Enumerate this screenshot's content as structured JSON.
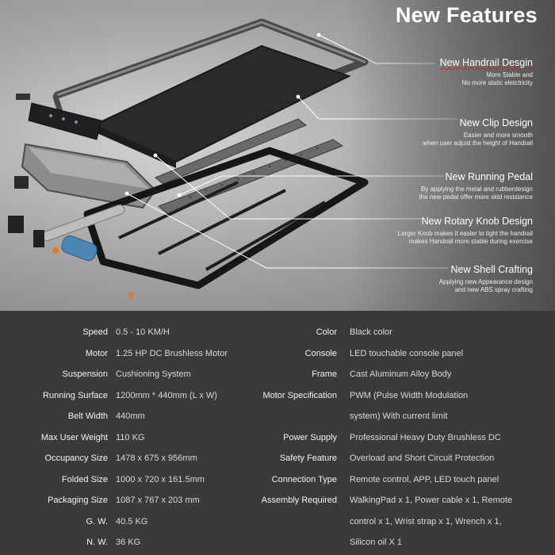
{
  "header": {
    "title": "New Features"
  },
  "features": [
    {
      "title": "New Handrail Desgin",
      "desc": [
        "More Stable and",
        "No more static eletctricity"
      ]
    },
    {
      "title": "New Clip Design",
      "desc": [
        "Easier and more smooth",
        "when user adjust the height of Handrail"
      ]
    },
    {
      "title": "New Running Pedal",
      "desc": [
        "By applying the metal and rubberdesign",
        "the new pedal offer more skid resistance"
      ]
    },
    {
      "title": "New Rotary Knob Design",
      "desc": [
        "Larger Knob makes it easier to tight the handrail",
        "makes Handrail more stable during exercise"
      ]
    },
    {
      "title": "New Shell Crafting",
      "desc": [
        "Applying new Appearance design",
        "and new ABS spray crafting"
      ]
    }
  ],
  "specs_left": [
    {
      "label": "Speed",
      "value": "0.5 - 10 KM/H"
    },
    {
      "label": "Motor",
      "value": "1.25 HP DC Brushless Motor"
    },
    {
      "label": "Suspension",
      "value": "Cushioning System"
    },
    {
      "label": "Running Surface",
      "value": "1200mm * 440mm (L x W)"
    },
    {
      "label": "Belt Width",
      "value": "440mm"
    },
    {
      "label": "Max User Weight",
      "value": "110 KG"
    },
    {
      "label": "Occupancy Size",
      "value": "1478 x 675 x 956mm"
    },
    {
      "label": "Folded Size",
      "value": "1000 x 720 x 161.5mm"
    },
    {
      "label": "Packaging Size",
      "value": "1087 x 767 x 203  mm"
    },
    {
      "label": "G. W.",
      "value": "40.5 KG"
    },
    {
      "label": "N. W.",
      "value": "36 KG"
    }
  ],
  "specs_right": [
    {
      "label": "Color",
      "value": "Black color"
    },
    {
      "label": "Console",
      "value": "LED touchable console panel"
    },
    {
      "label": "Frame",
      "value": "Cast Aluminum Alloy Body"
    },
    {
      "label": "Motor Specification",
      "value": "PWM (Pulse Width Modulation"
    },
    {
      "label": "",
      "value": "system) With current limit"
    },
    {
      "label": "Power Supply",
      "value": "Professional Heavy Duty Brushless DC"
    },
    {
      "label": "Safety Feature",
      "value": "Overload and Short Circuit Protection"
    },
    {
      "label": "Connection Type",
      "value": "Remote control, APP, LED touch panel"
    },
    {
      "label": "Assembly Required",
      "value": "WalkingPad x 1, Power cable x 1, Remote"
    },
    {
      "label": "",
      "value": "control x 1, Wrist strap x 1, Wrench x 1,"
    },
    {
      "label": "",
      "value": "Silicon oil X 1"
    }
  ]
}
